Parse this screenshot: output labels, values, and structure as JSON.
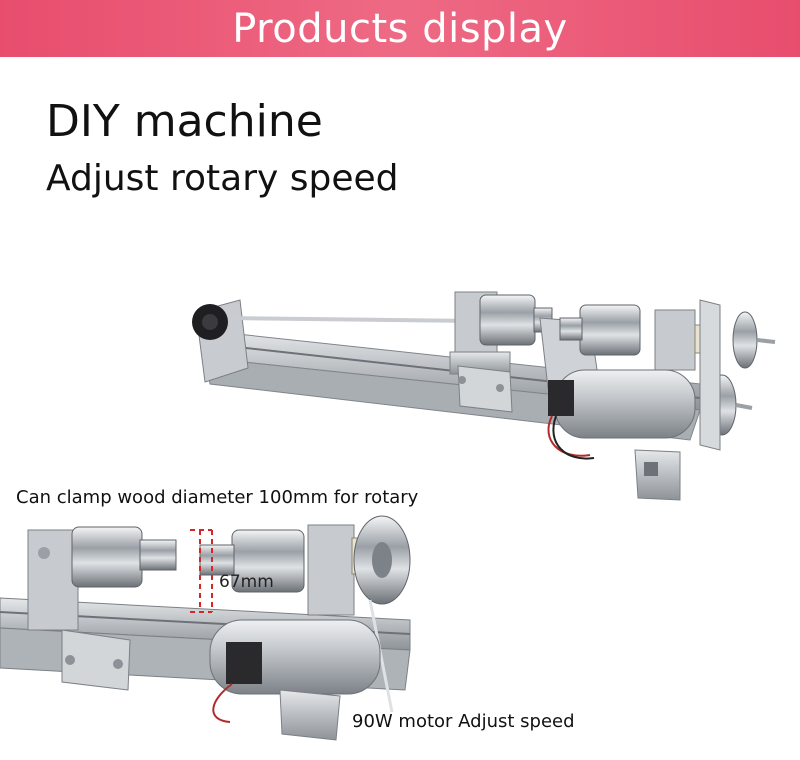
{
  "banner": {
    "title": "Products display",
    "color": "#e84d6e"
  },
  "heading": {
    "title": "DIY machine",
    "subtitle": "Adjust rotary speed"
  },
  "captions": {
    "clamp": "Can clamp wood diameter 100mm for rotary",
    "dimension": "67mm",
    "motor": "90W motor Adjust speed"
  },
  "icons": [
    "lathe-machine-photo",
    "lathe-closeup-photo"
  ]
}
